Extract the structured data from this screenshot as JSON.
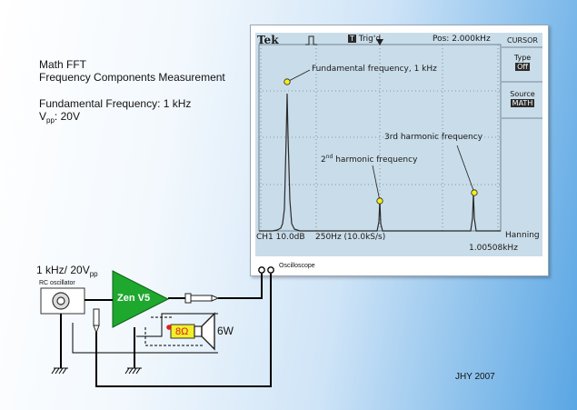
{
  "info": {
    "line1": "Math FFT",
    "line2": "Frequency Components Measurement",
    "line3": "Fundamental Frequency: 1 kHz",
    "vpp_v": "V",
    "vpp_sub": "pp",
    "vpp_value": ": 20V"
  },
  "source": {
    "freq_label": "1 kHz/ 20V",
    "freq_sub": "pp",
    "rc_label": "RC oscillator"
  },
  "amp": {
    "label": "Zen V5"
  },
  "load": {
    "resistor": "8Ω",
    "power": "6W"
  },
  "scope": {
    "caption": "Oscilloscope",
    "brand": "Tek",
    "trig_symbol": "T",
    "trig_status": "Trig'd",
    "pos": "Pos: 2.000kHz",
    "menu_title": "CURSOR",
    "type_label": "Type",
    "type_value": "Off",
    "source_label": "Source",
    "source_value": "MATH",
    "ch1": "CH1 10.0dB",
    "timebase": "250Hz (10.0kS/s)",
    "window": "Hanning",
    "cursor_freq": "1.00508kHz",
    "annotations": {
      "fundamental": "Fundamental frequency, 1 kHz",
      "second_main": "2",
      "second_sup": "nd",
      "second_rest": " harmonic frequency",
      "third": "3rd harmonic frequency"
    }
  },
  "credit": "JHY 2007",
  "colors": {
    "amp_fill": "#1ea82e",
    "resistor_fill": "#f2ef2a",
    "marker_fill": "#f6ee1a",
    "screen_bg": "#c9dce9",
    "wire": "#000000"
  }
}
